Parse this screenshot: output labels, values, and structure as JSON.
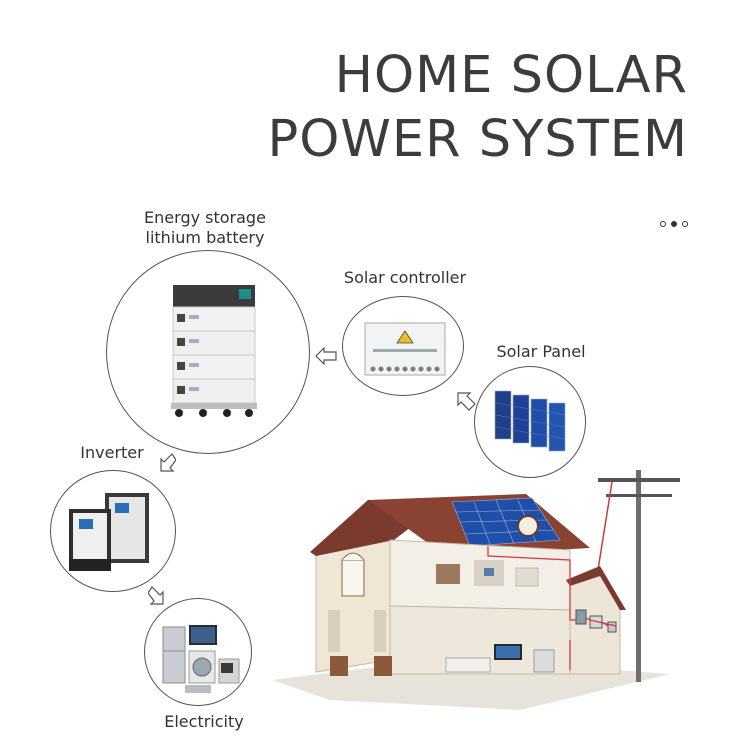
{
  "title": {
    "line1": "HOME SOLAR",
    "line2": "POWER SYSTEM"
  },
  "components": {
    "battery": {
      "label_line1": "Energy storage",
      "label_line2": "lithium battery"
    },
    "controller": {
      "label": "Solar controller"
    },
    "panel": {
      "label": "Solar Panel"
    },
    "inverter": {
      "label": "Inverter"
    },
    "electricity": {
      "label": "Electricity"
    }
  },
  "pagination": {
    "count": 3,
    "active": 2
  },
  "colors": {
    "text": "#3c3c3c",
    "roof": "#7a3a2e",
    "wall": "#efe6d6",
    "panel": "#1f4fa8",
    "wire": "#d23a3a"
  }
}
